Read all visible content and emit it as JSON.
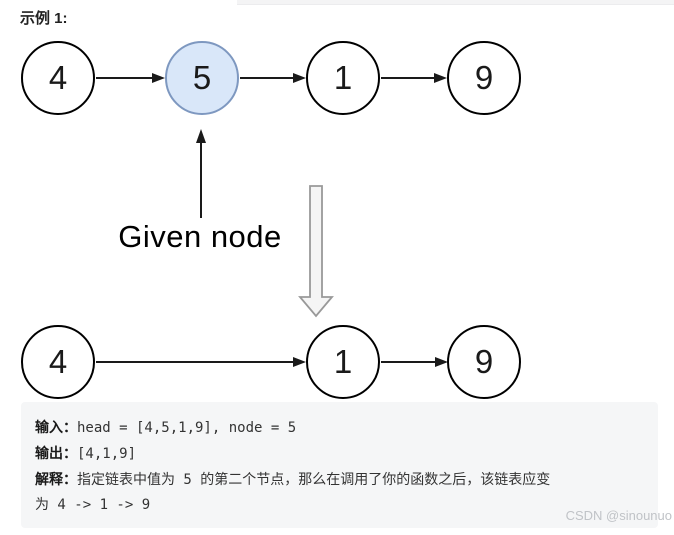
{
  "page": {
    "heading": "示例 1:"
  },
  "diagram": {
    "given_node_label": "Given node",
    "before": {
      "nodes": [
        "4",
        "5",
        "1",
        "9"
      ],
      "highlighted_value": "5",
      "highlighted_index": 1
    },
    "after": {
      "nodes": [
        "4",
        "1",
        "9"
      ]
    },
    "colors": {
      "highlight_fill": "#d9e7f9",
      "highlight_stroke": "#7e98c0",
      "node_stroke": "#000000",
      "hollow_arrow_fill": "#f5f5f5",
      "hollow_arrow_stroke": "#999999"
    }
  },
  "example_block": {
    "input_label": "输入：",
    "input_value": "head = [4,5,1,9], node = 5",
    "output_label": "输出：",
    "output_value": "[4,1,9]",
    "explanation_label": "解释：",
    "explanation_line1": "指定链表中值为 5 的第二个节点，那么在调用了你的函数之后，该链表应变",
    "explanation_line2": "为 4 -> 1 -> 9"
  },
  "watermark": "CSDN @sinounuo"
}
